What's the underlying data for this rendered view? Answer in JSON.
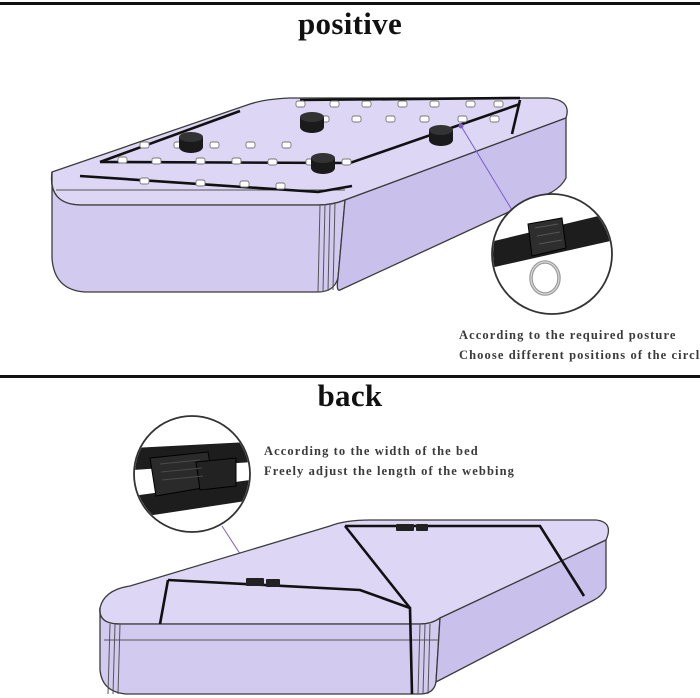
{
  "top_section": {
    "title": "positive",
    "caption_lines": [
      "According to the required posture",
      "Choose different positions of the circle"
    ]
  },
  "bottom_section": {
    "title": "back",
    "caption_lines": [
      "According to the width of the bed",
      "Freely adjust the length of the webbing"
    ]
  },
  "colors": {
    "mattress_fill": "#ddd6f4",
    "mattress_side": "#d2caef",
    "outline": "#3b3b3b",
    "strap": "#111111",
    "pointer": "#7b5dc9"
  }
}
